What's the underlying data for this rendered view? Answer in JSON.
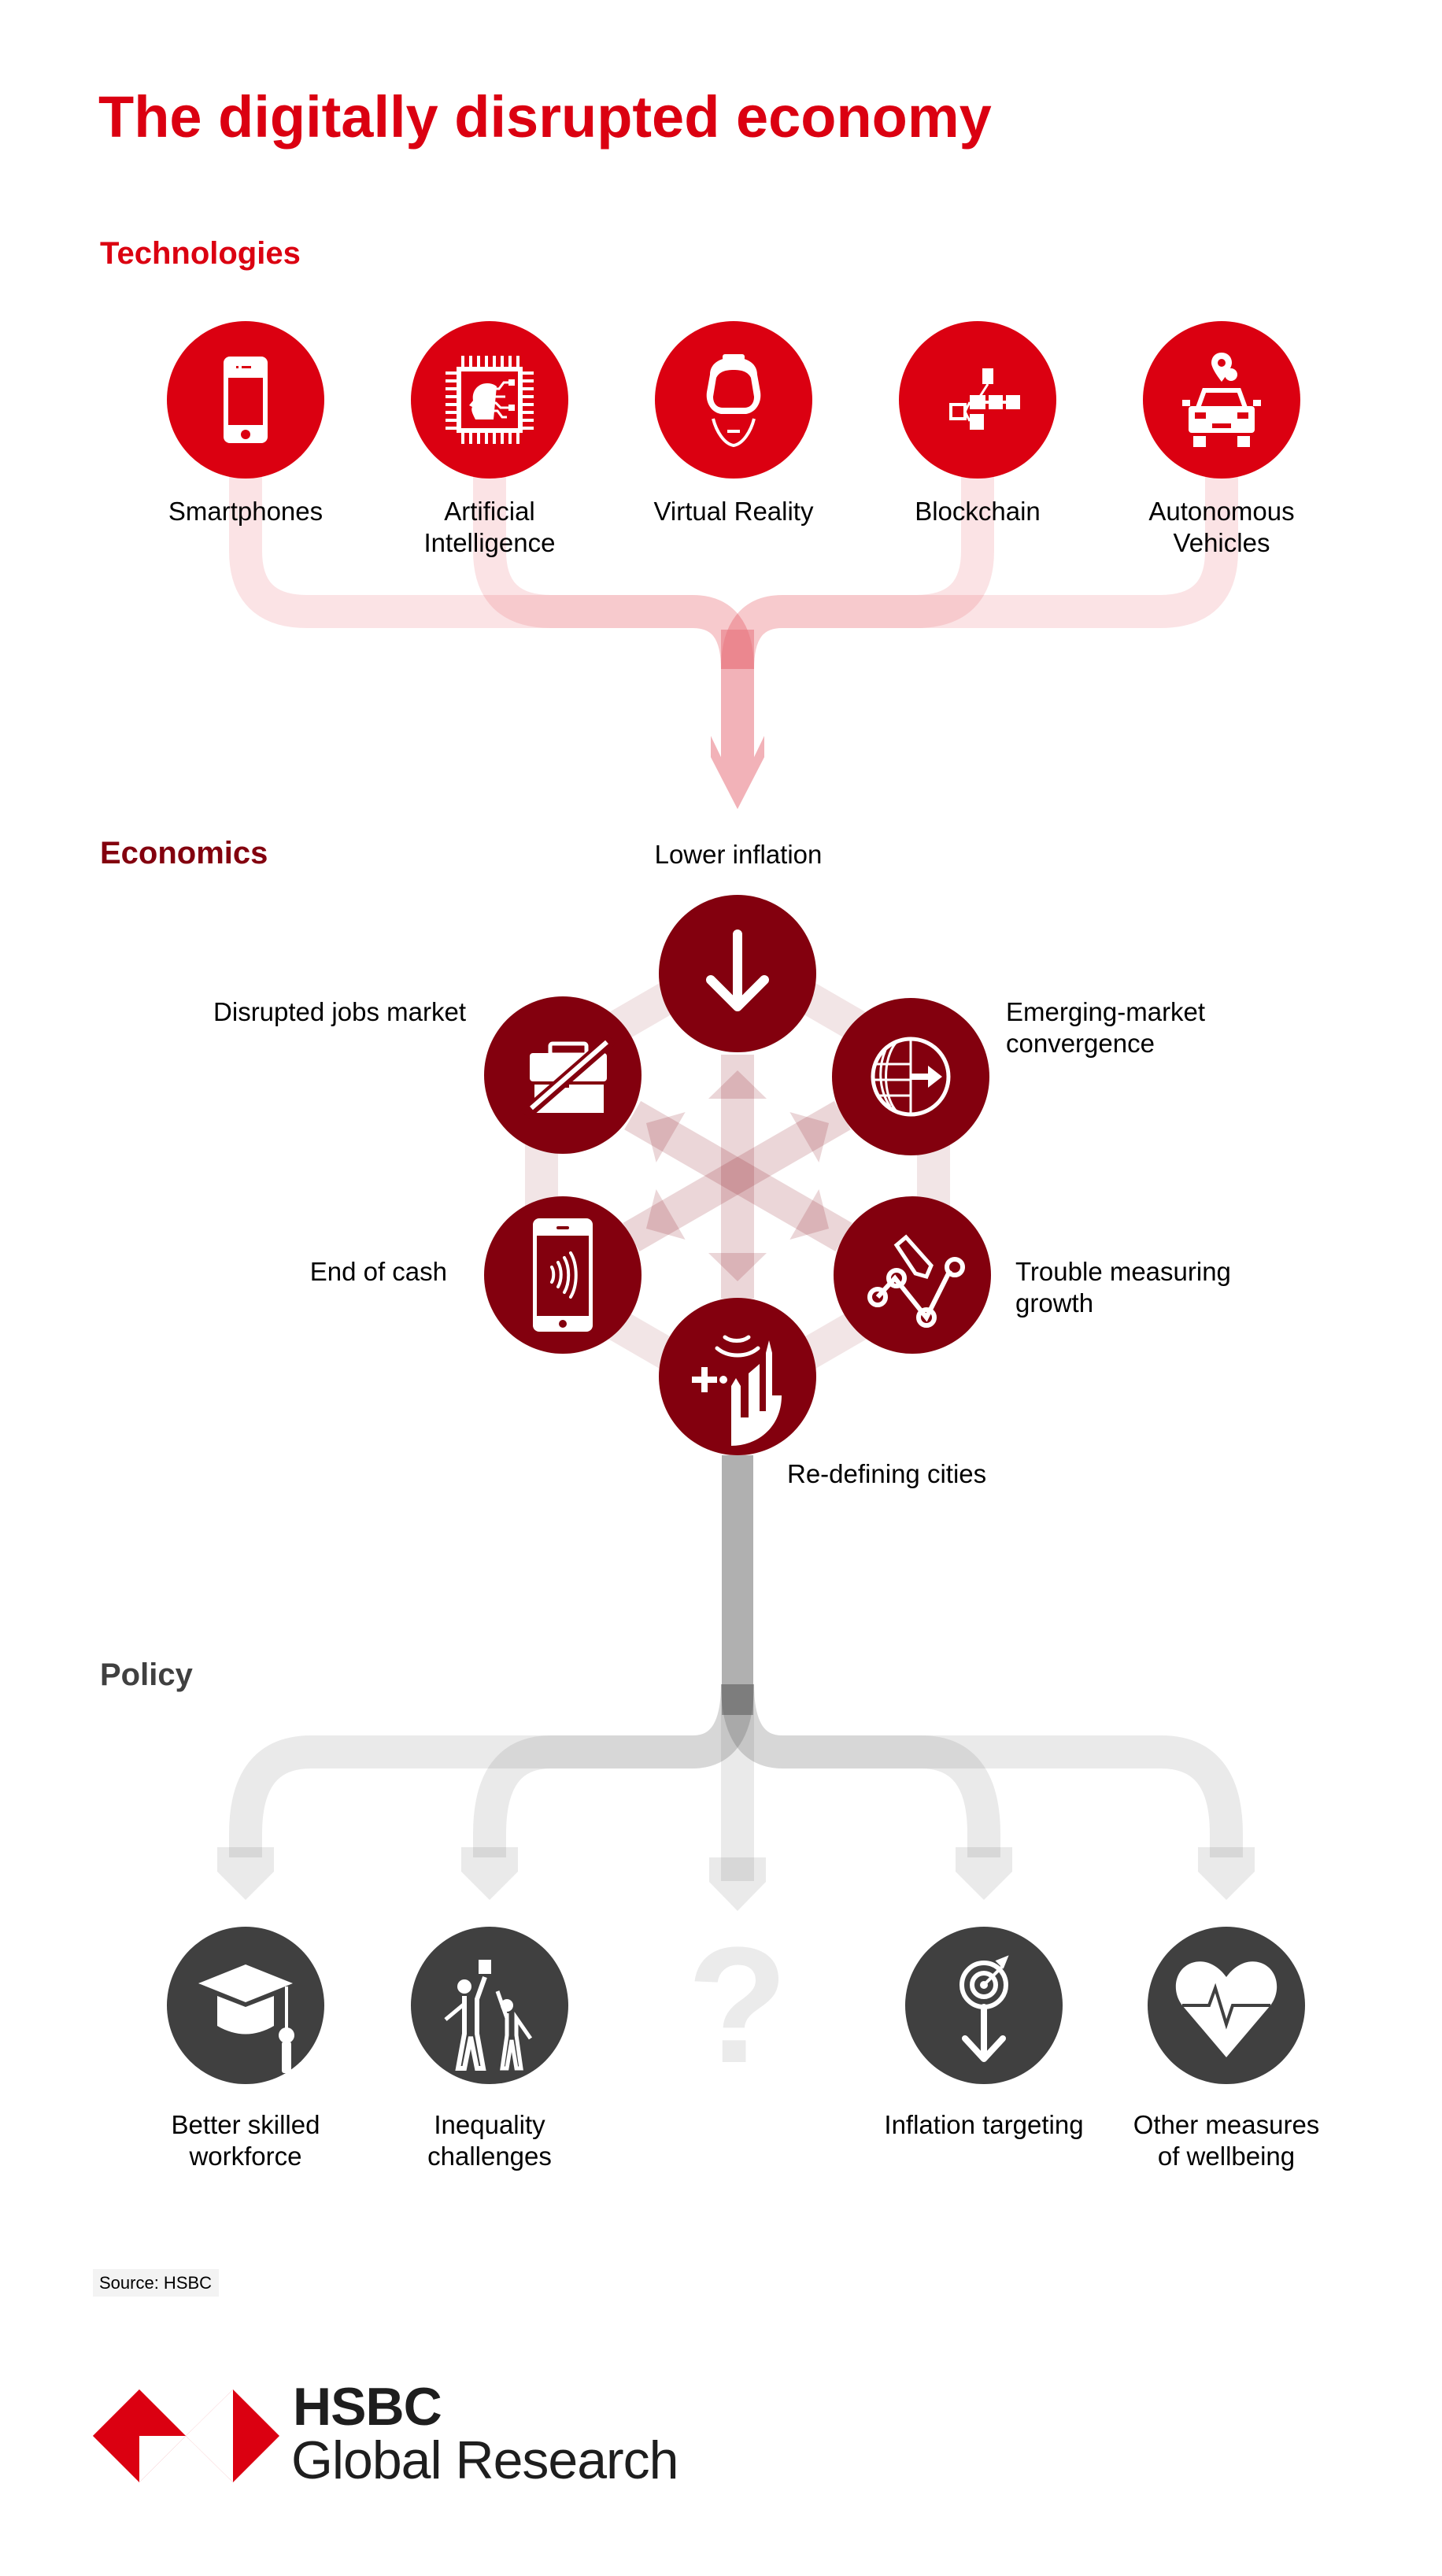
{
  "title": "The digitally disrupted economy",
  "colors": {
    "brand_red": "#DB0011",
    "economics_red": "#83000E",
    "policy_grey": "#404040",
    "tech_connector": "#F2A5AC",
    "policy_connector": "#B0B0B0"
  },
  "sections": {
    "technologies": {
      "heading": "Technologies",
      "items": [
        {
          "label_line1": "Smartphones",
          "label_line2": "",
          "icon": "smartphone-icon"
        },
        {
          "label_line1": "Artificial",
          "label_line2": "Intelligence",
          "icon": "ai-chip-icon"
        },
        {
          "label_line1": "Virtual Reality",
          "label_line2": "",
          "icon": "vr-headset-icon"
        },
        {
          "label_line1": "Blockchain",
          "label_line2": "",
          "icon": "blockchain-icon"
        },
        {
          "label_line1": "Autonomous",
          "label_line2": "Vehicles",
          "icon": "autonomous-car-icon"
        }
      ]
    },
    "economics": {
      "heading": "Economics",
      "items": [
        {
          "label_line1": "Lower inflation",
          "label_line2": "",
          "icon": "down-arrow-icon"
        },
        {
          "label_line1": "Disrupted jobs market",
          "label_line2": "",
          "icon": "crossed-briefcase-icon"
        },
        {
          "label_line1": "Emerging-market",
          "label_line2": "convergence",
          "icon": "globe-arrow-icon"
        },
        {
          "label_line1": "End of cash",
          "label_line2": "",
          "icon": "contactless-phone-icon"
        },
        {
          "label_line1": "Trouble measuring",
          "label_line2": "growth",
          "icon": "chart-pencil-icon"
        },
        {
          "label_line1": "Re-defining cities",
          "label_line2": "",
          "icon": "smart-city-icon"
        }
      ]
    },
    "policy": {
      "heading": "Policy",
      "items": [
        {
          "label_line1": "Better skilled",
          "label_line2": "workforce",
          "icon": "graduation-cap-icon"
        },
        {
          "label_line1": "Inequality",
          "label_line2": "challenges",
          "icon": "people-reaching-icon"
        },
        {
          "label_line1": "",
          "label_line2": "",
          "icon": "question-mark-icon",
          "glyph": "?"
        },
        {
          "label_line1": "Inflation targeting",
          "label_line2": "",
          "icon": "target-down-arrow-icon"
        },
        {
          "label_line1": "Other measures",
          "label_line2": "of wellbeing",
          "icon": "heart-pulse-icon"
        }
      ]
    }
  },
  "footer": {
    "source": "Source: HSBC",
    "logo_line1": "HSBC",
    "logo_line2": "Global Research"
  }
}
